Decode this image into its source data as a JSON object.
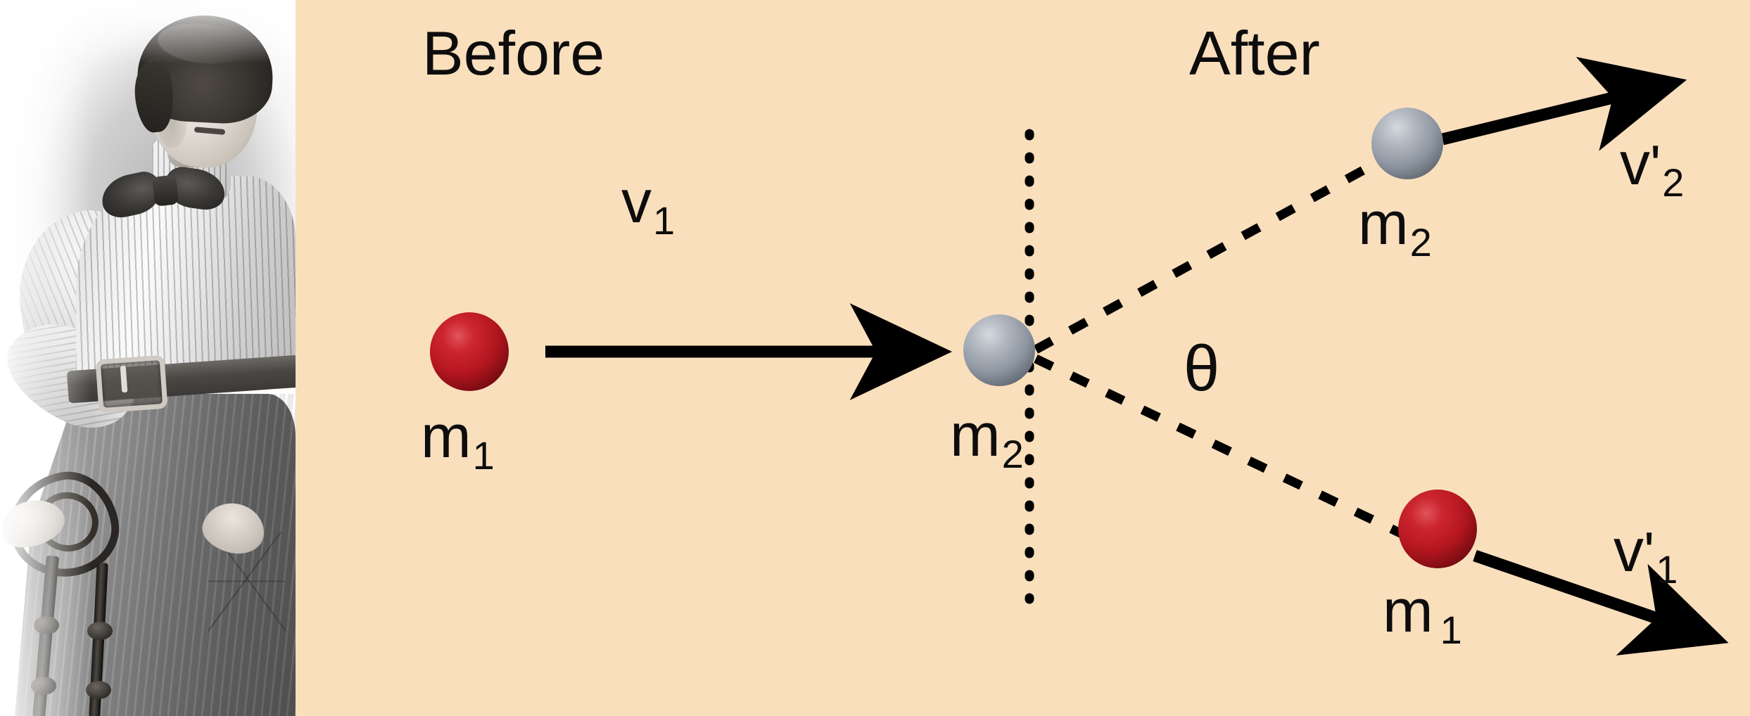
{
  "figure": {
    "kind": "physics-collision-diagram",
    "background_color": "#fadfbd",
    "photo_panel_color": "#ffffff"
  },
  "photo": {
    "alt": "historical black-and-white portrait photograph of a woman in a striped high-collar blouse with a dark bow tie and belt, standing beside an ornate chair"
  },
  "diagram": {
    "headings": {
      "before": "Before",
      "after": "After"
    },
    "labels": {
      "v1": "v",
      "v1_sub": "1",
      "m1_before": "m",
      "m1_before_sub": "1",
      "m2_before": "m",
      "m2_before_sub": "2",
      "m2_after": "m",
      "m2_after_sub": "2",
      "m1_after": "m",
      "m1_after_sub": "1",
      "v2_prime": "v",
      "v2_prime_mark": "'",
      "v2_prime_sub": "2",
      "v1_prime": "v",
      "v1_prime_mark": "'",
      "v1_prime_sub": "1",
      "theta": "θ"
    },
    "colors": {
      "mass1_ball": "#b3161f",
      "mass2_ball": "#8e96a1",
      "stroke": "#000000",
      "background": "#fadfbd"
    }
  },
  "chart_data": {
    "type": "scatter",
    "title": "Elastic collision: Before and After",
    "xlabel": "",
    "ylabel": "",
    "annotations": [
      "Before",
      "After",
      "θ"
    ],
    "series": [
      {
        "name": "Before",
        "objects": [
          {
            "label": "m1",
            "kind": "ball",
            "color": "#b3161f",
            "x": 0.13,
            "y": 0.5,
            "radius_px": 55
          },
          {
            "label": "m2",
            "kind": "ball",
            "color": "#8e96a1",
            "x": 0.48,
            "y": 0.5,
            "radius_px": 50
          }
        ],
        "vectors": [
          {
            "label": "v1",
            "from": [
              0.17,
              0.5
            ],
            "to": [
              0.42,
              0.5
            ],
            "style": "solid-arrow"
          }
        ]
      },
      {
        "name": "After",
        "objects": [
          {
            "label": "m2",
            "kind": "ball",
            "color": "#8e96a1",
            "x": 0.78,
            "y": 0.26,
            "radius_px": 50
          },
          {
            "label": "m1",
            "kind": "ball",
            "color": "#b3161f",
            "x": 0.82,
            "y": 0.75,
            "radius_px": 55
          }
        ],
        "vectors": [
          {
            "label": "v'2",
            "from": [
              0.8,
              0.25
            ],
            "to": [
              0.94,
              0.17
            ],
            "style": "solid-arrow"
          },
          {
            "label": "v'1",
            "from": [
              0.845,
              0.765
            ],
            "to": [
              0.985,
              0.86
            ],
            "style": "solid-arrow"
          }
        ],
        "guides": [
          {
            "kind": "dashed",
            "from": [
              0.505,
              0.5
            ],
            "to": [
              0.77,
              0.265
            ]
          },
          {
            "kind": "dashed",
            "from": [
              0.505,
              0.5
            ],
            "to": [
              0.805,
              0.745
            ]
          },
          {
            "kind": "dotted-vertical",
            "x": 0.505,
            "y_from": 0.18,
            "y_to": 0.85
          }
        ],
        "angle": {
          "label": "θ",
          "between": [
            "v'2 direction",
            "v'1 direction"
          ]
        }
      }
    ]
  }
}
